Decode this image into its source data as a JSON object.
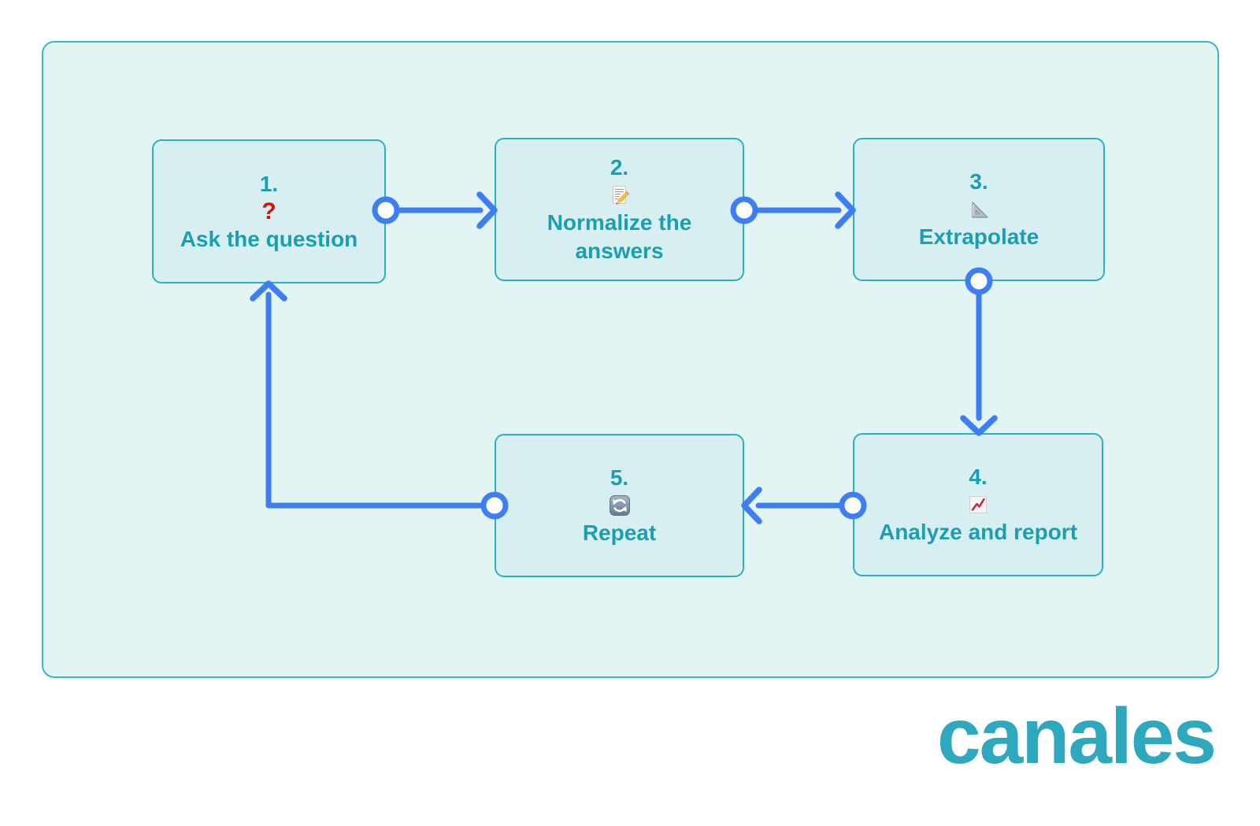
{
  "colors": {
    "page_background": "#ffffff",
    "canvas_fill": "#e3f4f5",
    "canvas_border": "#3ab5c3",
    "box_fill": "#d8eff2",
    "box_border": "#2cafbe",
    "step_text": "#1a9fb1",
    "connector_blue": "#3e7ef4",
    "question_red": "#d01111",
    "brand_teal": "#2ea8bc"
  },
  "flow": {
    "steps": [
      {
        "number": "1.",
        "icon": "question-mark-icon",
        "icon_glyph": "?",
        "label": "Ask the question"
      },
      {
        "number": "2.",
        "icon": "memo-icon",
        "label": "Normalize the answers"
      },
      {
        "number": "3.",
        "icon": "triangular-ruler-icon",
        "label": "Extrapolate"
      },
      {
        "number": "4.",
        "icon": "chart-increasing-icon",
        "label": "Analyze and report"
      },
      {
        "number": "5.",
        "icon": "counterclockwise-arrows-icon",
        "label": "Repeat"
      }
    ],
    "sequence": "1 → 2 → 3 → 4 → 5 → 1"
  },
  "brand": {
    "logo_text": "canales"
  }
}
